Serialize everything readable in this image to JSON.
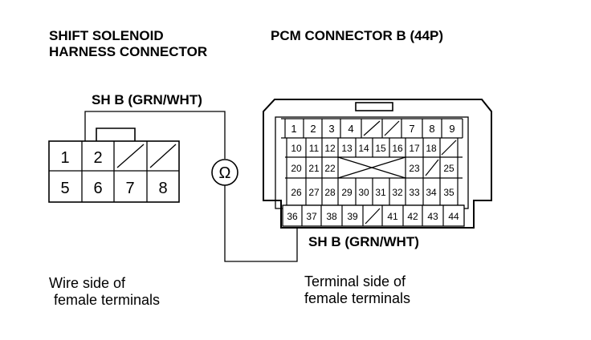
{
  "titles": {
    "left_line1": "SHIFT SOLENOID",
    "left_line2": "HARNESS CONNECTOR",
    "right": "PCM CONNECTOR B (44P)"
  },
  "labels": {
    "wire_top": "SH B (GRN/WHT)",
    "wire_bottom": "SH B (GRN/WHT)",
    "ohm_symbol": "Ω"
  },
  "captions": {
    "left_line1": "Wire side of",
    "left_line2": "female terminals",
    "right_line1": "Terminal side of",
    "right_line2": "female terminals"
  },
  "harness_connector": {
    "top_row": [
      "1",
      "2",
      "",
      ""
    ],
    "bottom_row": [
      "5",
      "6",
      "7",
      "8"
    ]
  },
  "pcm_connector": {
    "rows": [
      [
        "1",
        "2",
        "3",
        "4",
        "",
        "",
        "7",
        "8",
        "9"
      ],
      [
        "10",
        "11",
        "12",
        "13",
        "14",
        "15",
        "16",
        "17",
        "18",
        ""
      ],
      [
        "20",
        "21",
        "22",
        "",
        "",
        "",
        "",
        "23",
        "",
        "25"
      ],
      [
        "26",
        "27",
        "28",
        "29",
        "30",
        "31",
        "32",
        "33",
        "34",
        "35"
      ],
      [
        "36",
        "37",
        "38",
        "39",
        "",
        "41",
        "42",
        "43",
        "44"
      ]
    ]
  }
}
